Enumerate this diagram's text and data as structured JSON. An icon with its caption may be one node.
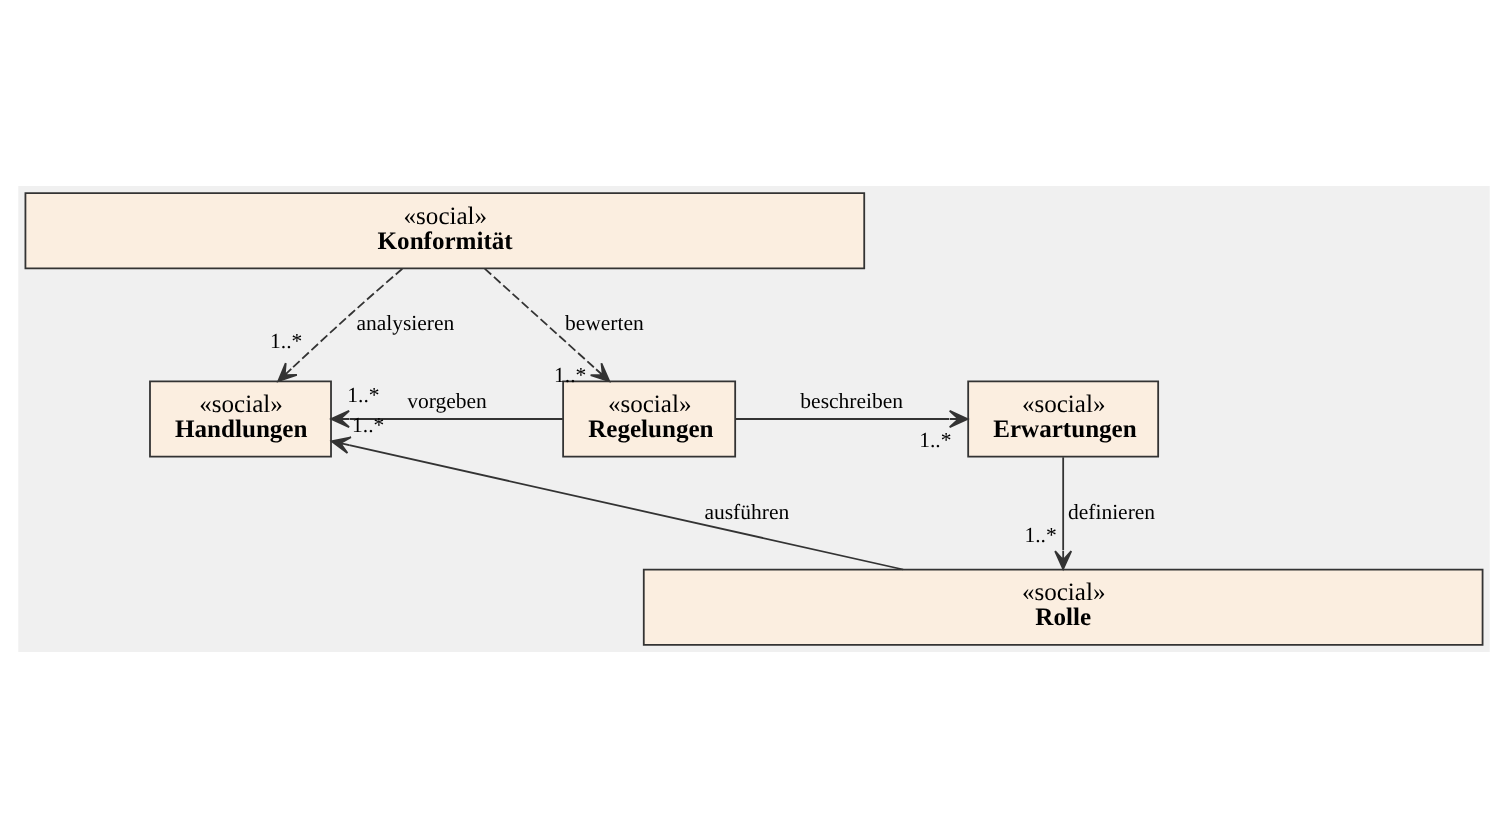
{
  "diagram": {
    "nodes": [
      {
        "text": [
          "«social»",
          "Konformität"
        ]
      },
      {
        "text": [
          "«social»",
          "Handlungen"
        ]
      },
      {
        "text": [
          "«social»",
          "Regelungen"
        ]
      },
      {
        "text": [
          "«social»",
          "Erwartungen"
        ]
      },
      {
        "text": [
          "«social»",
          "Rolle"
        ]
      }
    ],
    "edges": [
      {
        "from": 0,
        "to": 1,
        "arrow": "to",
        "label": "analysieren",
        "style": "dashed"
      },
      {
        "from": 0,
        "to": 2,
        "arrow": "to",
        "label": "bewerten",
        "style": "dashed"
      },
      {
        "from": 2,
        "to": 1,
        "arrow": "to",
        "label": "vorgeben"
      },
      {
        "from": 2,
        "to": 3,
        "arrow": "to",
        "label": "beschreiben"
      },
      {
        "from": 4,
        "to": 1,
        "arrow": "to",
        "label": "ausführen"
      },
      {
        "from": 3,
        "to": 4,
        "arrow": "to",
        "label": "definieren"
      }
    ],
    "labels": [
      "1..*",
      "1..*",
      "1..*",
      "1..*",
      "1..*",
      "1..*"
    ]
  }
}
